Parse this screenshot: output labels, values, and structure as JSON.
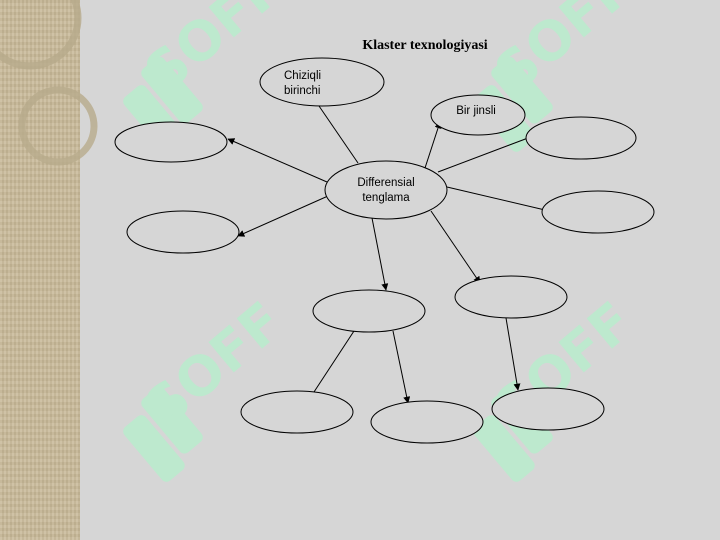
{
  "title": "Klaster texnologiyasi",
  "center_node": "Differensial tenglama",
  "nodes": {
    "top_left_label": "Chiziqli birinchi",
    "top_right_label": "Bir jinsli"
  },
  "watermark": {
    "text": "SOFF",
    "color": "#b9eccd",
    "icon": "soff-logo-icon"
  },
  "colors": {
    "background": "#d6d6d6",
    "left_band": "#c8b998",
    "line": "#000000"
  }
}
